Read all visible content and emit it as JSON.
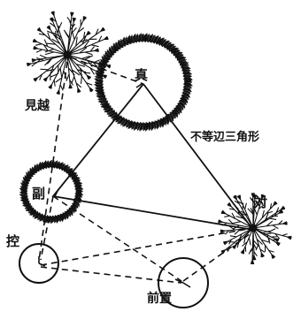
{
  "labels": {
    "shin": "真",
    "soe": "副",
    "tai": "対",
    "hikae": "控",
    "maeoki": "前置",
    "mikoshi": "見越",
    "triangle": "不等辺三角形"
  },
  "colors": {
    "ink": "#111111",
    "background": "#ffffff"
  }
}
